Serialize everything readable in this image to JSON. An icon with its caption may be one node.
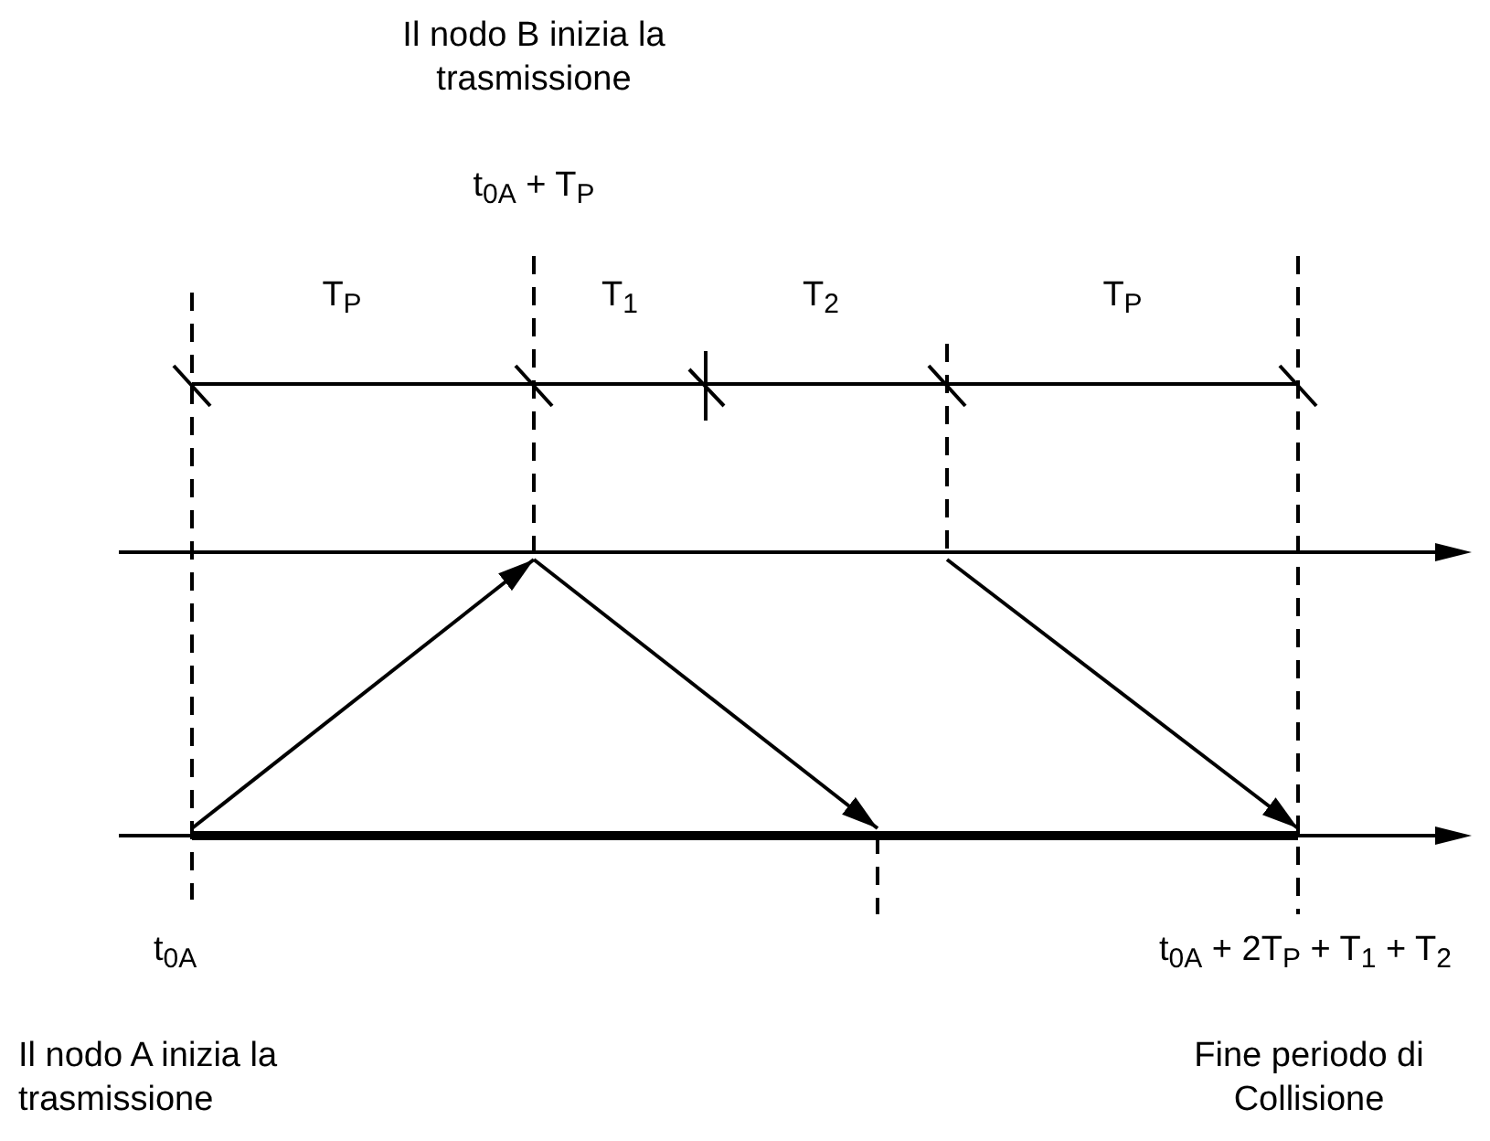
{
  "diagram": {
    "nodes": [
      {
        "text": [],
        "shape": "line"
      },
      {
        "text": [],
        "shape": "line"
      }
    ],
    "edges": [
      {
        "from": 1,
        "to": 0,
        "arrow": "to"
      },
      {
        "from": 0,
        "to": 1,
        "arrow": "to"
      },
      {
        "from": 0,
        "to": 1,
        "arrow": "to"
      }
    ],
    "labels": [
      "Il nodo B inizia la trasmissione",
      "t$_{0A}$ + T$_{P}$",
      "T$_{P}$",
      "T$_{1}$",
      "T$_{2}$",
      "T$_{P}$",
      "t$_{0A}$",
      "t$_{0A}$ + 2T$_{P}$ + T$_{1}$ + T$_{2}$",
      "Il nodo A inizia la trasmissione",
      "Fine periodo di Collisione"
    ]
  }
}
